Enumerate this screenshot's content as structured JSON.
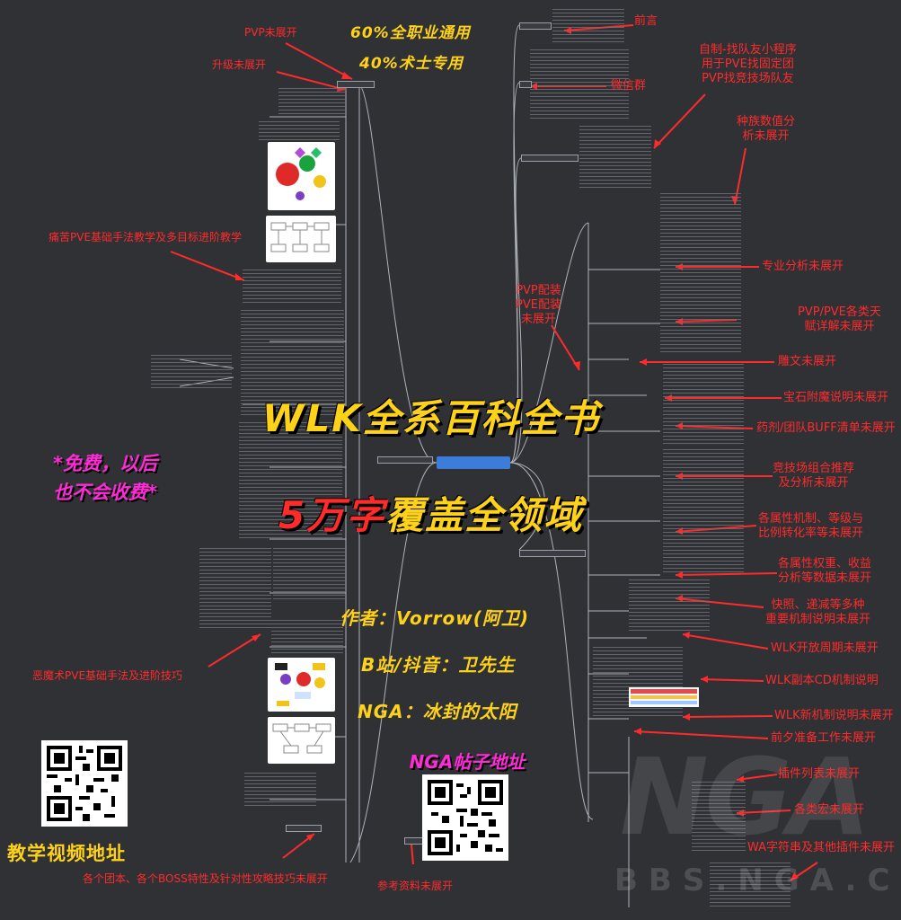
{
  "headline": {
    "line1": "WLK全系百科全书",
    "line2_red": "5万字",
    "line2_gold": "覆盖全领域"
  },
  "top_tags": {
    "tag1": "60%全职业通用",
    "tag2": "40%术士专用"
  },
  "free_note": "*免费，以后\n也不会收费*",
  "credits": {
    "author": "作者：Vorrow(阿卫)",
    "bilibili": "B站/抖音：卫先生",
    "nga": "NGA：冰封的太阳"
  },
  "qr_captions": {
    "nga_post": "NGA帖子地址",
    "video": "教学视频地址"
  },
  "annotations": {
    "pvp_unexpanded": "PVP未展开",
    "upgrade_unexpanded": "升级未展开",
    "affliction_pve": "痛苦PVE基础手法教学及多目标进阶教学",
    "demo_pve": "恶魔术PVE基础手法及进阶技巧",
    "raid_boss": "各个团本、各个BOSS特性及针对性攻略技巧未展开",
    "references": "参考资料未展开",
    "preface": "前言",
    "wechat_group": "微信群",
    "mini_program": "自制-找队友小程序\n用于PVE找固定团\nPVP找竞技场队友",
    "race_analysis": "种族数值分\n析未展开",
    "spec_analysis": "专业分析未展开",
    "pvp_pve_gear": "PVP配装\nPVE配装\n未展开",
    "talents": "PVP/PVE各类天\n赋详解未展开",
    "glyphs": "雕文未展开",
    "gems": "宝石附魔说明未展开",
    "potions_buffs": "药剂/团队BUFF清单未展开",
    "arena_comps": "竞技场组合推荐\n及分析未展开",
    "stat_mechanics": "各属性机制、等级与\n比例转化率等未展开",
    "stat_weights": "各属性权重、收益\n分析等数据未展开",
    "snapshot": "快照、递减等多种\n重要机制说明未展开",
    "wlk_phases": "WLK开放周期未展开",
    "wlk_cd": "WLK副本CD机制说明",
    "wlk_new": "WLK新机制说明未展开",
    "prep": "前夕准备工作未展开",
    "addons": "插件列表未展开",
    "macros": "各类宏未展开",
    "wa_strings": "WA字符串及其他插件未展开"
  },
  "watermark": {
    "logo": "NGA",
    "url": "BBS.NGA.CN"
  },
  "colors": {
    "background": "#303135",
    "gold": "#ffd21a",
    "red": "#ff2b2b",
    "magenta": "#ff2bd6",
    "node_blue": "#3c7dd9"
  }
}
